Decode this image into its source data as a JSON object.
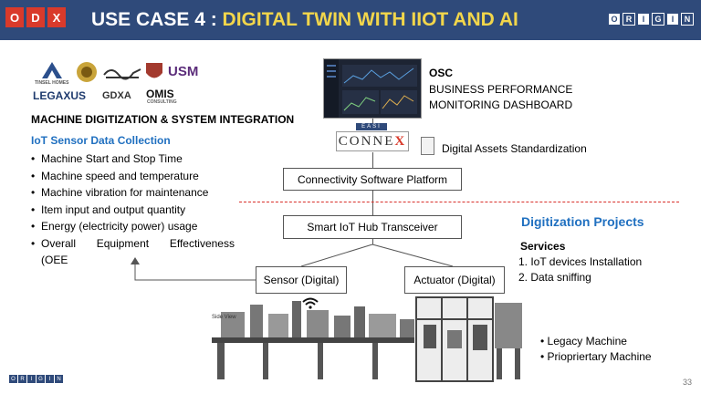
{
  "header": {
    "odx_letters": [
      "O",
      "D",
      "X"
    ],
    "title_prefix": "USE CASE 4 : ",
    "title_highlight": "DIGITAL TWIN WITH IIOT AND AI",
    "origin_letters": [
      "O",
      "R",
      "I",
      "G",
      "I",
      "N"
    ]
  },
  "partners": {
    "tinsel": "TINSEL HOMES",
    "legaxus": "LEGAXUS",
    "gdxa": "GDXA",
    "usm": "USM",
    "omis": "OMIS",
    "omis_sub": "CONSULTING"
  },
  "left": {
    "section_title": "MACHINE DIGITIZATION & SYSTEM INTEGRATION",
    "subsection_title": "IoT Sensor Data Collection",
    "bullets": [
      "Machine Start and Stop Time",
      "Machine speed and temperature",
      "Machine vibration for maintenance",
      "Item input and output quantity",
      "Energy (electricity power) usage"
    ],
    "last_bullet_words": [
      "Overall",
      "Equipment",
      "Effectiveness"
    ],
    "last_bullet_cont": "(OEE"
  },
  "osc": {
    "title": "OSC",
    "line1": "BUSINESS PERFORMANCE",
    "line2": "MONITORING DASHBOARD"
  },
  "connex": {
    "top": "EASI",
    "main": "CONNE",
    "x": "X"
  },
  "digital_assets": "Digital Assets Standardization",
  "boxes": {
    "connectivity": "Connectivity Software Platform",
    "hub": "Smart IoT Hub Transceiver",
    "sensor": "Sensor (Digital)",
    "actuator": "Actuator (Digital)"
  },
  "digitization": {
    "title": "Digitization Projects",
    "services_label": "Services",
    "services": [
      "1.  IoT devices Installation",
      "2.  Data sniffing"
    ]
  },
  "machine": {
    "side_view": "Side View",
    "labels": [
      "Legacy Machine",
      "Priopriertary Machine"
    ]
  },
  "footer": {
    "page_number": "33",
    "origin_letters": [
      "O",
      "R",
      "I",
      "G",
      "I",
      "N"
    ]
  },
  "colors": {
    "header_bg": "#2f4a7a",
    "title_highlight": "#f2d64b",
    "accent_blue": "#2070c0",
    "odx_red": "#d93a2b",
    "dashed_red": "#d9302a"
  }
}
